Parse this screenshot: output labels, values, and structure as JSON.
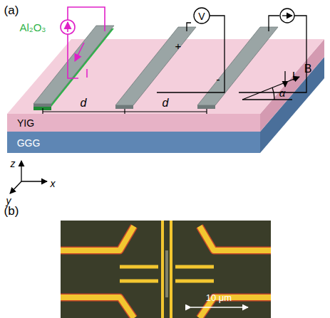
{
  "diagram": {
    "labels": [
      "(a)",
      "Al₂O₃",
      "I",
      "+",
      "V",
      "-",
      "I",
      "d",
      "d",
      "B",
      "α",
      "YIG",
      "GGG",
      "z",
      "x",
      "y",
      "(b)",
      "10 μm"
    ]
  }
}
